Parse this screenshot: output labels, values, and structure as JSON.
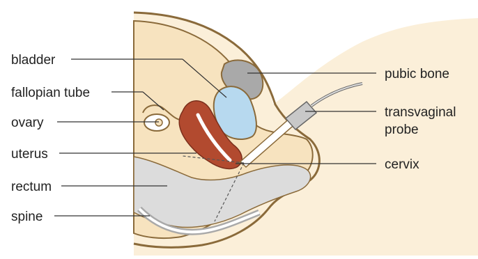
{
  "labels": {
    "bladder": "bladder",
    "fallopian_tube": "fallopian tube",
    "ovary": "ovary",
    "uterus": "uterus",
    "rectum": "rectum",
    "spine": "spine",
    "pubic_bone": "pubic bone",
    "transvaginal_line1": "transvaginal",
    "transvaginal_line2": "probe",
    "cervix": "cervix"
  },
  "colors": {
    "skin": "#f7e3bf",
    "skin_light": "#fbefd9",
    "outline": "#8a6a3a",
    "bone": "#a9a9a9",
    "bladder": "#b7d9ef",
    "uterus": "#b24a2f",
    "rectum": "#dcdcdc",
    "probe": "#c8c8c8",
    "leader": "#333333"
  }
}
